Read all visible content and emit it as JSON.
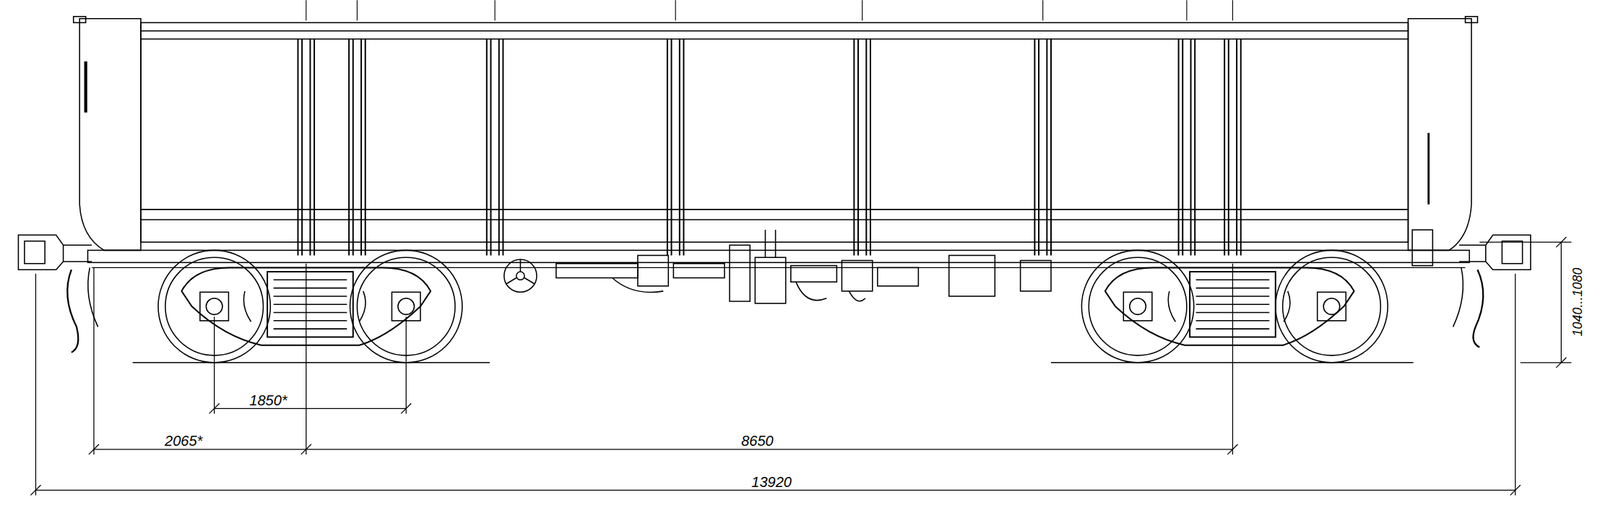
{
  "diagram": {
    "labels": [
      "1850*",
      "2065*",
      "8650",
      "13920",
      "1040...1080"
    ]
  }
}
